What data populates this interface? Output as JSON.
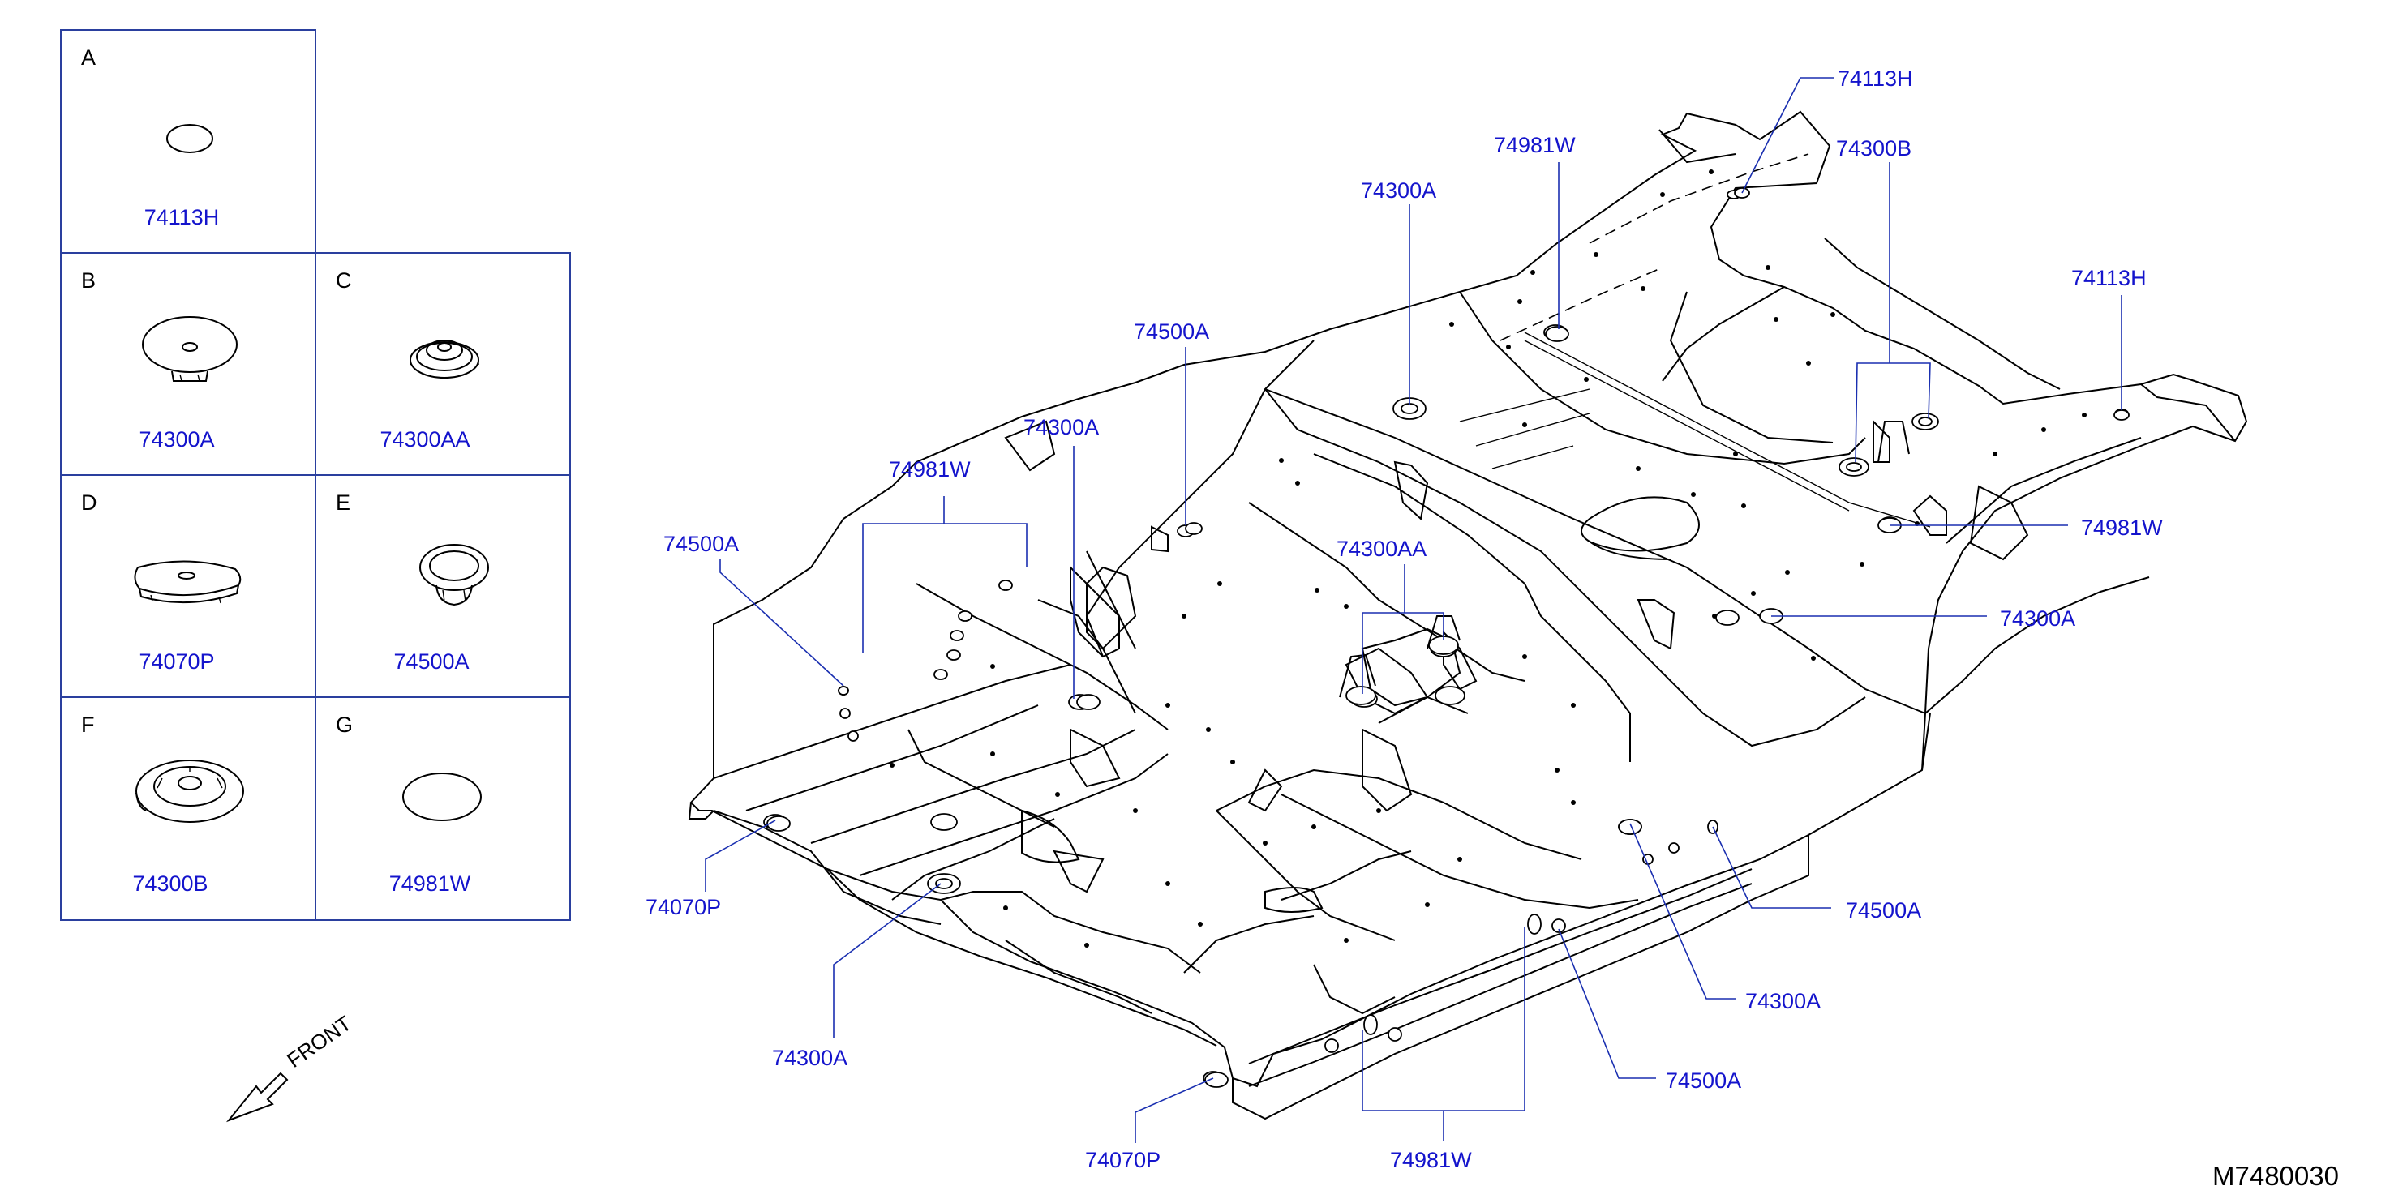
{
  "legend": {
    "A": {
      "letter": "A",
      "part": "74113H"
    },
    "B": {
      "letter": "B",
      "part": "74300A"
    },
    "C": {
      "letter": "C",
      "part": "74300AA"
    },
    "D": {
      "letter": "D",
      "part": "74070P"
    },
    "E": {
      "letter": "E",
      "part": "74500A"
    },
    "F": {
      "letter": "F",
      "part": "74300B"
    },
    "G": {
      "letter": "G",
      "part": "74981W"
    }
  },
  "callouts": [
    {
      "text": "74113H"
    },
    {
      "text": "74981W"
    },
    {
      "text": "74300B"
    },
    {
      "text": "74300A"
    },
    {
      "text": "74113H"
    },
    {
      "text": "74500A"
    },
    {
      "text": "74300A"
    },
    {
      "text": "74981W"
    },
    {
      "text": "74500A"
    },
    {
      "text": "74300AA"
    },
    {
      "text": "74981W"
    },
    {
      "text": "74300A"
    },
    {
      "text": "74500A"
    },
    {
      "text": "74300A"
    },
    {
      "text": "74500A"
    },
    {
      "text": "74070P"
    },
    {
      "text": "74300A"
    },
    {
      "text": "74070P"
    },
    {
      "text": "74981W"
    }
  ],
  "front_label": "FRONT",
  "drawing_code": "M7480030"
}
